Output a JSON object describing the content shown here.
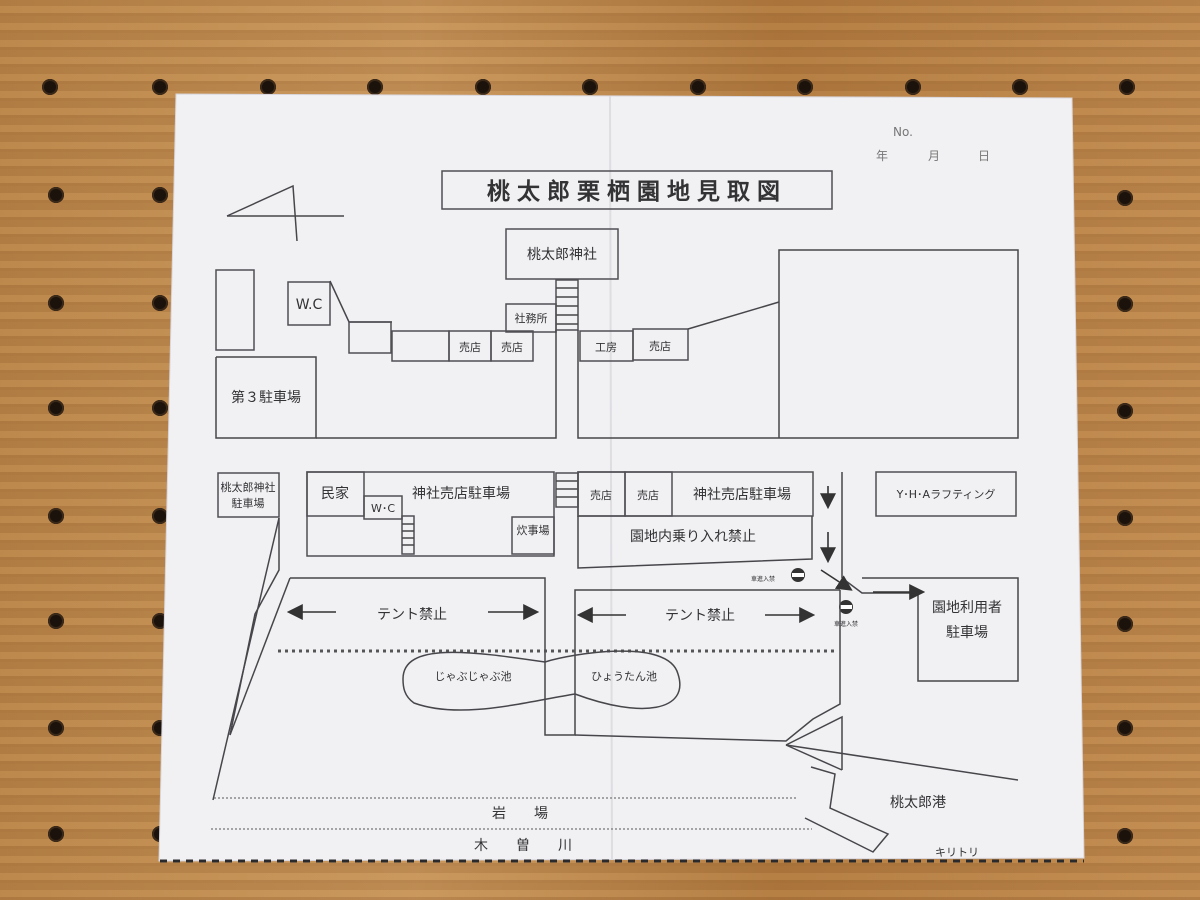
{
  "header": {
    "no_label": "No.",
    "date_year": "年",
    "date_month": "月",
    "date_day": "日",
    "title": "桃太郎栗栖園地見取図"
  },
  "places": {
    "shrine": "桃太郎神社",
    "office": "社務所",
    "wc_top": "W.C",
    "shop1": "売店",
    "shop2": "売店",
    "studio": "工房",
    "shop3": "売店",
    "parking3": "第３駐車場",
    "shrine_parking_line1": "桃太郎神社",
    "shrine_parking_line2": "駐車場",
    "minka": "民家",
    "shrine_shop_parking_left": "神社売店駐車場",
    "wc_lower": "W･C",
    "cooking": "炊事場",
    "shop4": "売店",
    "shop5": "売店",
    "shrine_shop_parking_right": "神社売店駐車場",
    "no_vehicle": "園地内乗り入れ禁止",
    "yha": "Y･H･Aラフティング",
    "park_users_parking_line1": "園地利用者",
    "park_users_parking_line2": "駐車場",
    "no_tent_left": "テント禁止",
    "no_tent_right": "テント禁止",
    "pond_left": "じゃぶじゃぶ池",
    "pond_right": "ひょうたん池",
    "rocky_area": "岩　　場",
    "river": "木　　曽　　川",
    "port": "桃太郎港",
    "cut_line": "キリトリ",
    "no_entry_1": "車進入禁",
    "no_entry_2": "車進入禁"
  },
  "colors": {
    "paper": "#f1f0f3",
    "ink": "#333336",
    "wood": "#b98448"
  },
  "icons": [
    "no-entry-icon",
    "direction-arrow-icon",
    "north-symbol-icon"
  ]
}
